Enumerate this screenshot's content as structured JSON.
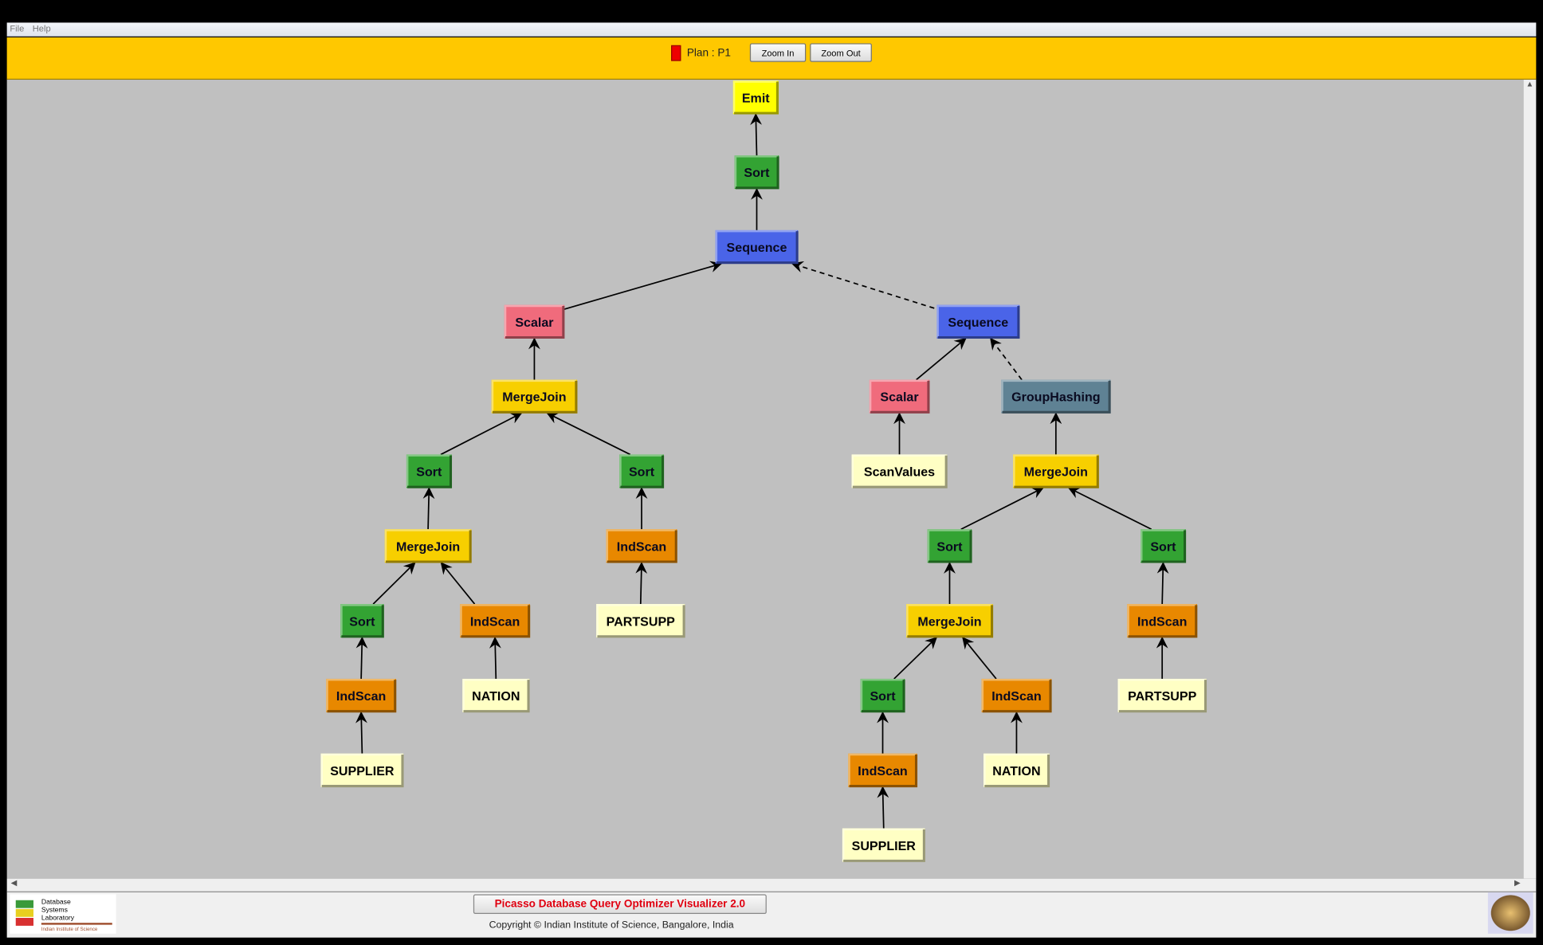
{
  "menu": [
    "File",
    "Help"
  ],
  "toolbar": {
    "plan_label": "Plan : P1",
    "plan_color": "#ee0000",
    "zoom_in": "Zoom In",
    "zoom_out": "Zoom Out"
  },
  "footer": {
    "title": "Picasso Database Query Optimizer Visualizer 2.0",
    "copyright": "Copyright © Indian Institute of Science, Bangalore, India",
    "lab_logo": "Database Systems Laboratory Indian Institute of Science"
  },
  "colors": {
    "Emit": "#ffff00",
    "Sort": "#33a333",
    "Sequence": "#4a64e8",
    "Scalar": "#f06b7c",
    "MergeJoin": "#f7cf00",
    "IndScan": "#e88800",
    "GroupHashing": "#5f8294",
    "table": "#ffffc4"
  },
  "nodes": [
    {
      "id": "n1",
      "label": "Emit",
      "type": "Emit"
    },
    {
      "id": "n2",
      "label": "Sort",
      "type": "Sort"
    },
    {
      "id": "n3",
      "label": "Sequence",
      "type": "Sequence"
    },
    {
      "id": "n4",
      "label": "Scalar",
      "type": "Scalar"
    },
    {
      "id": "n5",
      "label": "Sequence",
      "type": "Sequence"
    },
    {
      "id": "n6",
      "label": "MergeJoin",
      "type": "MergeJoin"
    },
    {
      "id": "n7",
      "label": "Scalar",
      "type": "Scalar"
    },
    {
      "id": "n8",
      "label": "GroupHashing",
      "type": "GroupHashing"
    },
    {
      "id": "n9",
      "label": "Sort",
      "type": "Sort"
    },
    {
      "id": "n10",
      "label": "Sort",
      "type": "Sort"
    },
    {
      "id": "n11",
      "label": "ScanValues",
      "type": "table"
    },
    {
      "id": "n12",
      "label": "MergeJoin",
      "type": "MergeJoin"
    },
    {
      "id": "n13",
      "label": "MergeJoin",
      "type": "MergeJoin"
    },
    {
      "id": "n14",
      "label": "IndScan",
      "type": "IndScan"
    },
    {
      "id": "n15",
      "label": "Sort",
      "type": "Sort"
    },
    {
      "id": "n16",
      "label": "Sort",
      "type": "Sort"
    },
    {
      "id": "n17",
      "label": "Sort",
      "type": "Sort"
    },
    {
      "id": "n18",
      "label": "IndScan",
      "type": "IndScan"
    },
    {
      "id": "n19",
      "label": "PARTSUPP",
      "type": "table"
    },
    {
      "id": "n20",
      "label": "MergeJoin",
      "type": "MergeJoin"
    },
    {
      "id": "n21",
      "label": "IndScan",
      "type": "IndScan"
    },
    {
      "id": "n22",
      "label": "IndScan",
      "type": "IndScan"
    },
    {
      "id": "n23",
      "label": "NATION",
      "type": "table"
    },
    {
      "id": "n24",
      "label": "Sort",
      "type": "Sort"
    },
    {
      "id": "n25",
      "label": "IndScan",
      "type": "IndScan"
    },
    {
      "id": "n26",
      "label": "PARTSUPP",
      "type": "table"
    },
    {
      "id": "n27",
      "label": "SUPPLIER",
      "type": "table"
    },
    {
      "id": "n28",
      "label": "IndScan",
      "type": "IndScan"
    },
    {
      "id": "n29",
      "label": "NATION",
      "type": "table"
    },
    {
      "id": "n30",
      "label": "SUPPLIER",
      "type": "table"
    }
  ],
  "edges": [
    [
      "n2",
      "n1",
      false
    ],
    [
      "n3",
      "n2",
      false
    ],
    [
      "n4",
      "n3",
      false
    ],
    [
      "n5",
      "n3",
      true
    ],
    [
      "n6",
      "n4",
      false
    ],
    [
      "n7",
      "n5",
      false
    ],
    [
      "n8",
      "n5",
      true
    ],
    [
      "n9",
      "n6",
      false
    ],
    [
      "n10",
      "n6",
      false
    ],
    [
      "n11",
      "n7",
      false
    ],
    [
      "n12",
      "n8",
      false
    ],
    [
      "n13",
      "n9",
      false
    ],
    [
      "n14",
      "n10",
      false
    ],
    [
      "n15",
      "n12",
      false
    ],
    [
      "n16",
      "n12",
      false
    ],
    [
      "n17",
      "n13",
      false
    ],
    [
      "n18",
      "n13",
      false
    ],
    [
      "n19",
      "n14",
      false
    ],
    [
      "n20",
      "n15",
      false
    ],
    [
      "n21",
      "n16",
      false
    ],
    [
      "n22",
      "n17",
      false
    ],
    [
      "n23",
      "n18",
      false
    ],
    [
      "n24",
      "n20",
      false
    ],
    [
      "n25",
      "n20",
      false
    ],
    [
      "n26",
      "n21",
      false
    ],
    [
      "n27",
      "n22",
      false
    ],
    [
      "n28",
      "n24",
      false
    ],
    [
      "n29",
      "n25",
      false
    ],
    [
      "n30",
      "n28",
      false
    ]
  ]
}
